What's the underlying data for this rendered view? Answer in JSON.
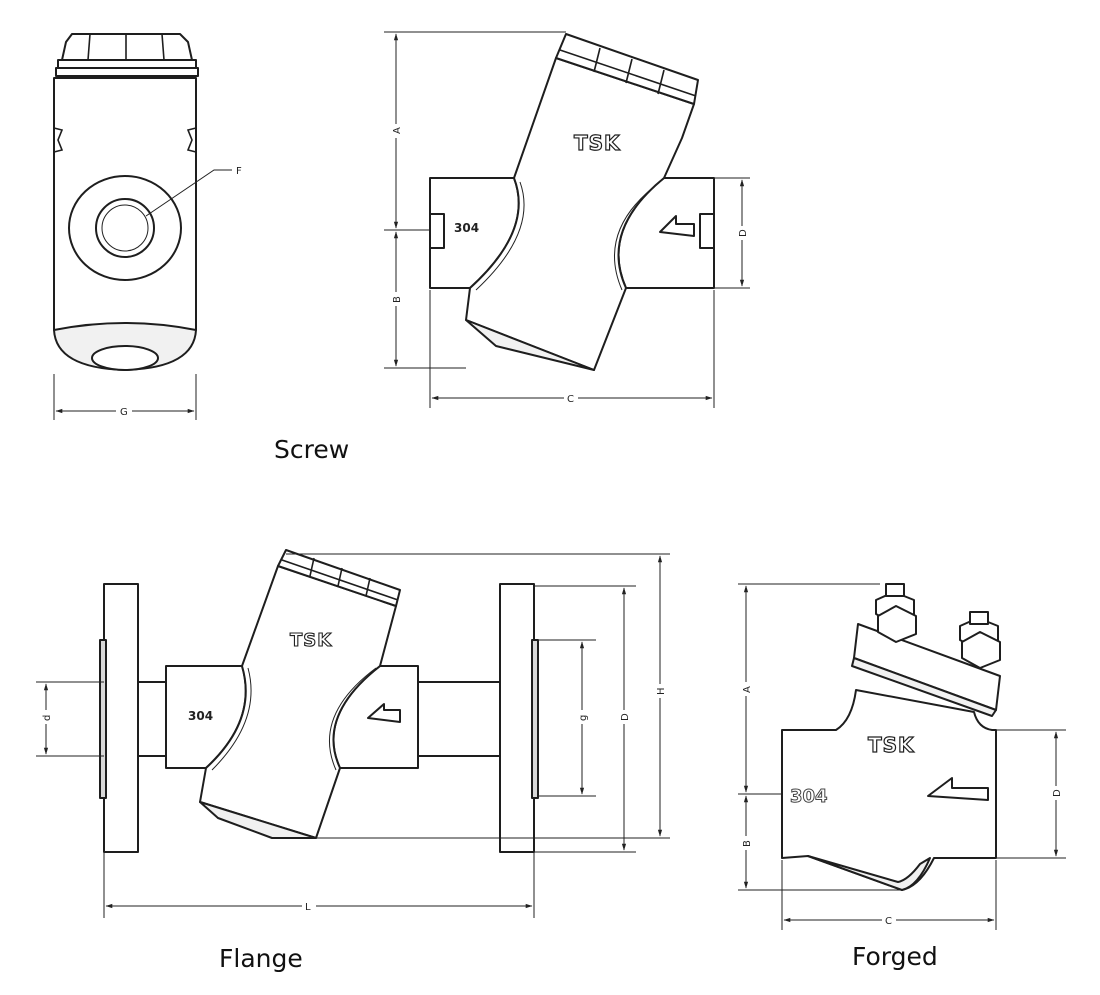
{
  "captions": {
    "screw": "Screw",
    "flange": "Flange",
    "forged": "Forged"
  },
  "brand": "TSK",
  "material": "304",
  "dimensions": {
    "screw_side": {
      "F": "F",
      "G": "G"
    },
    "screw": {
      "A": "A",
      "B": "B",
      "C": "C",
      "D": "D"
    },
    "flange": {
      "d": "d",
      "g": "g",
      "D": "D",
      "H": "H",
      "L": "L"
    },
    "forged": {
      "A": "A",
      "B": "B",
      "C": "C",
      "D": "D"
    }
  }
}
